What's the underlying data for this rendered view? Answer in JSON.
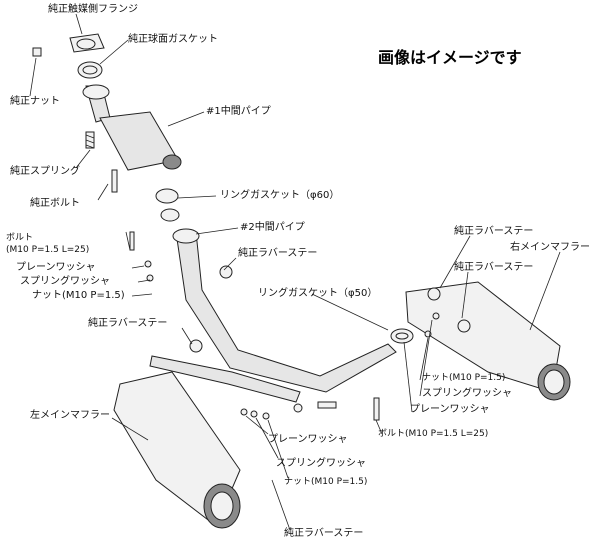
{
  "note": "画像はイメージです",
  "labels": {
    "oem_catalyst_flange": "純正触媒側フランジ",
    "oem_spherical_gasket": "純正球面ガスケット",
    "oem_nut": "純正ナット",
    "mid_pipe_1": "#1中間パイプ",
    "oem_spring": "純正スプリング",
    "oem_bolt": "純正ボルト",
    "ring_gasket_60": "リングガスケット（φ60）",
    "mid_pipe_2": "#2中間パイプ",
    "bolt_spec_left": "ボルト\n(M10 P=1.5 L=25)",
    "plain_washer_left": "プレーンワッシャ",
    "spring_washer_left": "スプリングワッシャ",
    "nut_left": "ナット(M10 P=1.5)",
    "oem_rubber_stay_mid": "純正ラバーステー",
    "ring_gasket_50": "リングガスケット（φ50）",
    "oem_rubber_stay_right_top": "純正ラバーステー",
    "right_main_muffler": "右メインマフラー",
    "oem_rubber_stay_right_second": "純正ラバーステー",
    "oem_rubber_stay_left": "純正ラバーステー",
    "left_main_muffler": "左メインマフラー",
    "nut_right": "ナット(M10 P=1.5)",
    "spring_washer_right": "スプリングワッシャ",
    "plain_washer_right": "プレーンワッシャ",
    "bolt_spec_right": "ボルト(M10 P=1.5 L=25)",
    "plain_washer_bottom": "プレーンワッシャ",
    "spring_washer_bottom": "スプリングワッシャ",
    "nut_bottom": "ナット(M10 P=1.5)",
    "oem_rubber_stay_bottom": "純正ラバーステー"
  }
}
